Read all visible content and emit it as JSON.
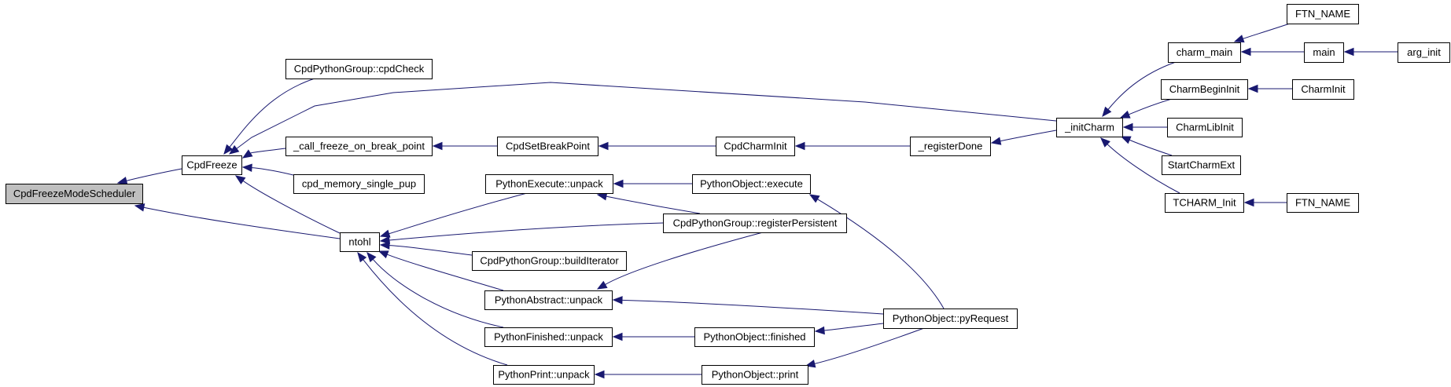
{
  "graph": {
    "title": "Caller graph of CpdFreezeModeScheduler",
    "edge_color": "#191970",
    "root_fill": "#bfbfbf",
    "nodes": [
      {
        "id": "CpdFreezeModeScheduler",
        "label": "CpdFreezeModeScheduler",
        "root": true
      },
      {
        "id": "CpdFreeze",
        "label": "CpdFreeze"
      },
      {
        "id": "ntohl",
        "label": "ntohl"
      },
      {
        "id": "CpdPythonGroup_cpdCheck",
        "label": "CpdPythonGroup::cpdCheck"
      },
      {
        "id": "_call_freeze_on_break_point",
        "label": "_call_freeze_on_break_point"
      },
      {
        "id": "cpd_memory_single_pup",
        "label": "cpd_memory_single_pup"
      },
      {
        "id": "CpdSetBreakPoint",
        "label": "CpdSetBreakPoint"
      },
      {
        "id": "CpdCharmInit",
        "label": "CpdCharmInit"
      },
      {
        "id": "_registerDone",
        "label": "_registerDone"
      },
      {
        "id": "_initCharm",
        "label": "_initCharm"
      },
      {
        "id": "charm_main",
        "label": "charm_main"
      },
      {
        "id": "FTN_NAME_1",
        "label": "FTN_NAME"
      },
      {
        "id": "main",
        "label": "main"
      },
      {
        "id": "arg_init",
        "label": "arg_init"
      },
      {
        "id": "CharmBeginInit",
        "label": "CharmBeginInit"
      },
      {
        "id": "CharmInit",
        "label": "CharmInit"
      },
      {
        "id": "CharmLibInit",
        "label": "CharmLibInit"
      },
      {
        "id": "StartCharmExt",
        "label": "StartCharmExt"
      },
      {
        "id": "TCHARM_Init",
        "label": "TCHARM_Init"
      },
      {
        "id": "FTN_NAME_2",
        "label": "FTN_NAME"
      },
      {
        "id": "PythonExecute_unpack",
        "label": "PythonExecute::unpack"
      },
      {
        "id": "PythonObject_execute",
        "label": "PythonObject::execute"
      },
      {
        "id": "CpdPythonGroup_registerPersistent",
        "label": "CpdPythonGroup::registerPersistent"
      },
      {
        "id": "CpdPythonGroup_buildIterator",
        "label": "CpdPythonGroup::buildIterator"
      },
      {
        "id": "PythonAbstract_unpack",
        "label": "PythonAbstract::unpack"
      },
      {
        "id": "PythonFinished_unpack",
        "label": "PythonFinished::unpack"
      },
      {
        "id": "PythonObject_finished",
        "label": "PythonObject::finished"
      },
      {
        "id": "PythonPrint_unpack",
        "label": "PythonPrint::unpack"
      },
      {
        "id": "PythonObject_print",
        "label": "PythonObject::print"
      },
      {
        "id": "PythonObject_pyRequest",
        "label": "PythonObject::pyRequest"
      }
    ],
    "edges": [
      {
        "from": "CpdFreeze",
        "to": "CpdFreezeModeScheduler"
      },
      {
        "from": "ntohl",
        "to": "CpdFreezeModeScheduler"
      },
      {
        "from": "CpdPythonGroup_cpdCheck",
        "to": "CpdFreeze"
      },
      {
        "from": "_initCharm",
        "to": "CpdFreeze"
      },
      {
        "from": "_call_freeze_on_break_point",
        "to": "CpdFreeze"
      },
      {
        "from": "cpd_memory_single_pup",
        "to": "CpdFreeze"
      },
      {
        "from": "ntohl",
        "to": "CpdFreeze"
      },
      {
        "from": "CpdSetBreakPoint",
        "to": "_call_freeze_on_break_point"
      },
      {
        "from": "CpdCharmInit",
        "to": "CpdSetBreakPoint"
      },
      {
        "from": "_registerDone",
        "to": "CpdCharmInit"
      },
      {
        "from": "_initCharm",
        "to": "_registerDone"
      },
      {
        "from": "charm_main",
        "to": "_initCharm"
      },
      {
        "from": "CharmBeginInit",
        "to": "_initCharm"
      },
      {
        "from": "CharmLibInit",
        "to": "_initCharm"
      },
      {
        "from": "StartCharmExt",
        "to": "_initCharm"
      },
      {
        "from": "TCHARM_Init",
        "to": "_initCharm"
      },
      {
        "from": "FTN_NAME_1",
        "to": "charm_main"
      },
      {
        "from": "main",
        "to": "charm_main"
      },
      {
        "from": "arg_init",
        "to": "main"
      },
      {
        "from": "CharmInit",
        "to": "CharmBeginInit"
      },
      {
        "from": "FTN_NAME_2",
        "to": "TCHARM_Init"
      },
      {
        "from": "PythonExecute_unpack",
        "to": "ntohl"
      },
      {
        "from": "CpdPythonGroup_registerPersistent",
        "to": "ntohl"
      },
      {
        "from": "CpdPythonGroup_buildIterator",
        "to": "ntohl"
      },
      {
        "from": "PythonAbstract_unpack",
        "to": "ntohl"
      },
      {
        "from": "PythonFinished_unpack",
        "to": "ntohl"
      },
      {
        "from": "PythonPrint_unpack",
        "to": "ntohl"
      },
      {
        "from": "PythonObject_execute",
        "to": "PythonExecute_unpack"
      },
      {
        "from": "CpdPythonGroup_registerPersistent",
        "to": "PythonExecute_unpack"
      },
      {
        "from": "CpdPythonGroup_registerPersistent",
        "to": "PythonAbstract_unpack"
      },
      {
        "from": "PythonObject_pyRequest",
        "to": "PythonObject_execute"
      },
      {
        "from": "PythonObject_pyRequest",
        "to": "PythonAbstract_unpack"
      },
      {
        "from": "PythonObject_finished",
        "to": "PythonFinished_unpack"
      },
      {
        "from": "PythonObject_pyRequest",
        "to": "PythonObject_finished"
      },
      {
        "from": "PythonObject_print",
        "to": "PythonPrint_unpack"
      },
      {
        "from": "PythonObject_pyRequest",
        "to": "PythonObject_print"
      }
    ]
  }
}
